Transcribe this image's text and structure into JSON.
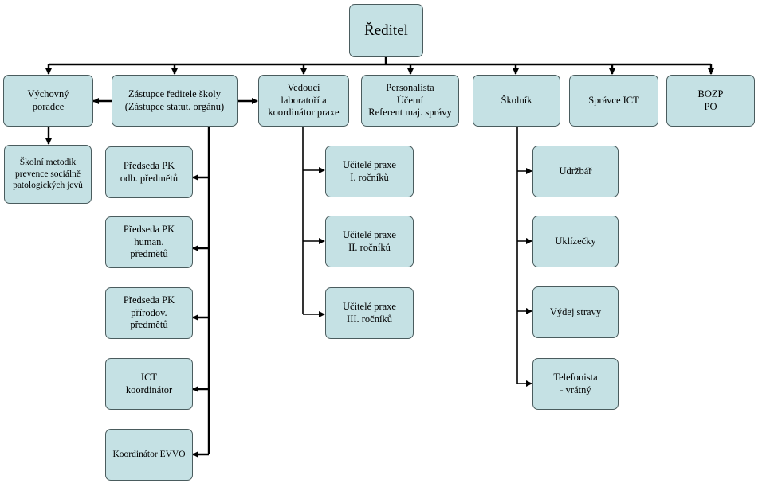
{
  "org": {
    "director": "Ředitel",
    "top_row": {
      "educational_advisor": "Výchovný\nporadce",
      "deputy": "Zástupce ředitele školy\n(Zástupce statut. orgánu)",
      "lab_head": "Vedoucí\nlaboratoří a\nkoordinátor praxe",
      "personnel": "Personalista\nÚčetní\nReferent maj. správy",
      "janitor": "Školník",
      "ict_admin": "Správce ICT",
      "bozp": "BOZP\nPO"
    },
    "advisor_sub": {
      "school_methodist": "Školní metodik\nprevence sociálně\npatologických jevů"
    },
    "deputy_sub": {
      "pk_vocational": "Předseda PK\nodb. předmětů",
      "pk_humanities": "Předseda PK\nhuman.\npředmětů",
      "pk_science": "Předseda PK\npřírodov.\npředmětů",
      "ict_coordinator": "ICT\nkoordinátor",
      "evvo_coordinator": "Koordinátor EVVO"
    },
    "lab_sub": {
      "teachers_1": "Učitelé praxe\nI. ročníků",
      "teachers_2": "Učitelé praxe\nII. ročníků",
      "teachers_3": "Učitelé praxe\nIII. ročníků"
    },
    "janitor_sub": {
      "maintenance": "Udržbář",
      "cleaners": "Uklízečky",
      "food_service": "Výdej stravy",
      "telephonist": "Telefonista\n- vrátný"
    }
  }
}
